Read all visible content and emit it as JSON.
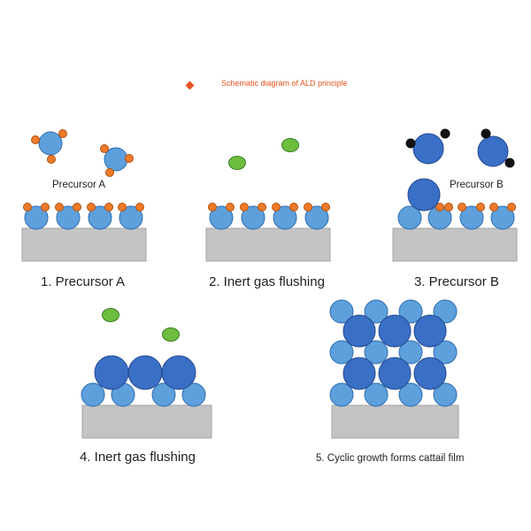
{
  "title": "Schematic diagram of ALD principle",
  "panels": [
    {
      "caption": "1. Precursor A",
      "label": "Precursor A"
    },
    {
      "caption": "2. Inert gas flushing"
    },
    {
      "caption": "3. Precursor B",
      "label": "Precursor B"
    },
    {
      "caption": "4. Inert gas flushing"
    },
    {
      "caption": "5. Cyclic growth forms cattail film"
    }
  ],
  "colors": {
    "substrate": "#c4c4c4",
    "substrate_edge": "#a3a3a3",
    "atom_light": "#5ea0dc",
    "atom_light_edge": "#2c6cb2",
    "atom_dark": "#3a6fc6",
    "atom_dark_edge": "#23498f",
    "ligand": "#ee7a2a",
    "ligand_edge": "#b2520d",
    "gas": "#6dbd3e",
    "gas_edge": "#3b7f22",
    "ligand_b": "#111111",
    "title": "#e8531f"
  }
}
